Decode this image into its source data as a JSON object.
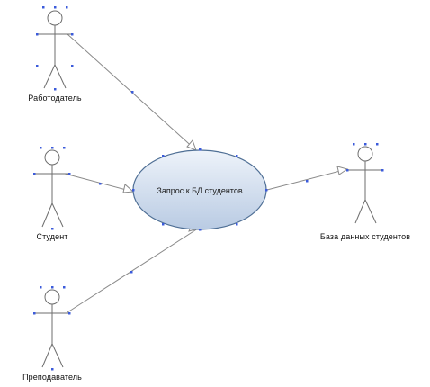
{
  "diagram": {
    "type": "use-case",
    "use_case": {
      "label": "Запрос к БД студентов"
    },
    "actors": [
      {
        "id": "employer",
        "label": "Работодатель"
      },
      {
        "id": "student",
        "label": "Студент"
      },
      {
        "id": "teacher",
        "label": "Преподаватель"
      },
      {
        "id": "db",
        "label": "База данных студентов"
      }
    ],
    "associations": [
      {
        "from": "employer",
        "to": "use_case"
      },
      {
        "from": "student",
        "to": "use_case"
      },
      {
        "from": "teacher",
        "to": "use_case"
      },
      {
        "from": "use_case",
        "to": "db"
      }
    ],
    "colors": {
      "line": "#8a8a8a",
      "actor": "#6e6e6e",
      "handle": "#3b5bdb",
      "ellipse_fill_top": "#eef3fa",
      "ellipse_fill_bottom": "#b9cbe3",
      "ellipse_stroke": "#4f6f95"
    }
  }
}
